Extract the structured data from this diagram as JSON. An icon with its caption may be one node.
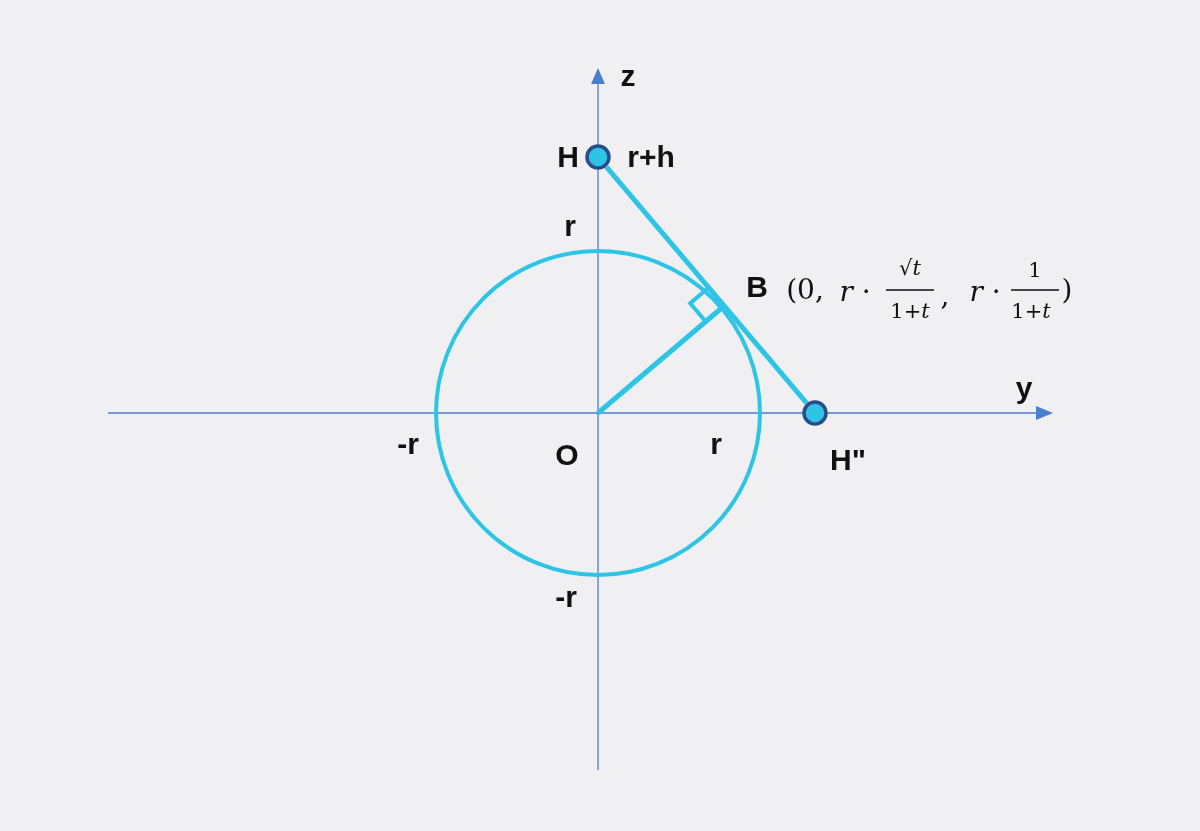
{
  "diagram": {
    "nodes": [
      {
        "text": [],
        "shape": "circle",
        "beside": [
          "H",
          "r+h"
        ]
      },
      {
        "text": [],
        "shape": "circle",
        "beside": [
          "H\""
        ]
      }
    ],
    "edges": [
      {
        "from": 0,
        "to": 1,
        "arrow": "none"
      }
    ],
    "labels": [
      "z",
      "r",
      "B",
      "(0,",
      "*r* ·",
      "√*t*",
      "1+*t*",
      ",",
      "*r* ·",
      "1",
      "1+*t*",
      ")",
      "y",
      "-r",
      "O",
      "r",
      "-r"
    ]
  }
}
